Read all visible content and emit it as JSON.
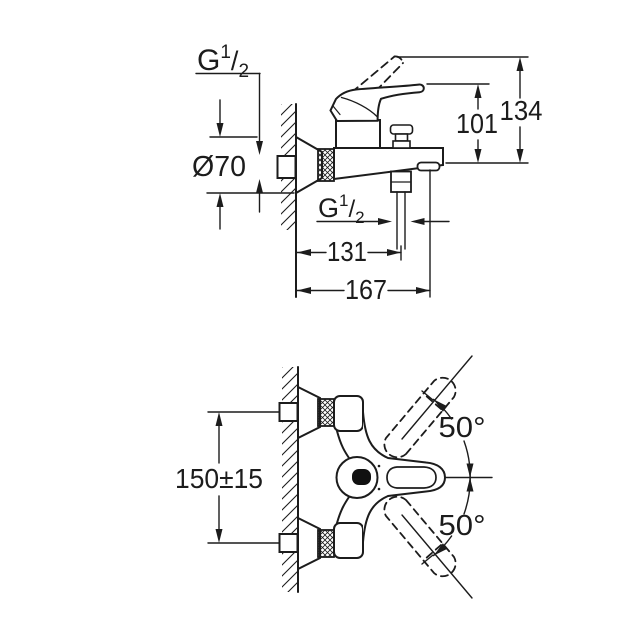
{
  "drawing": {
    "background": "#ffffff",
    "line_color": "#1c1c1c",
    "top_view": {
      "wall_thread_label": {
        "g": "G",
        "numerator": "1",
        "slash": "/",
        "denominator": "2"
      },
      "escutcheon_diameter": "Ø70",
      "handle_height": "101",
      "total_height": "134",
      "shower_thread_label": {
        "g": "G",
        "numerator": "1",
        "slash": "/",
        "denominator": "2"
      },
      "wall_to_shower_outlet": "131",
      "projection": "167"
    },
    "bottom_view": {
      "connection_centers": "150±15",
      "handle_swing_up": "50°",
      "handle_swing_down": "50°"
    }
  }
}
